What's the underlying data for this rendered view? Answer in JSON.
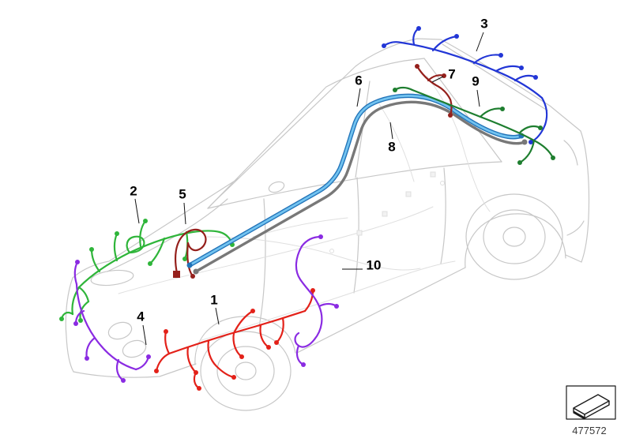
{
  "diagram": {
    "part_number": "477572",
    "callouts": [
      "1",
      "2",
      "3",
      "4",
      "5",
      "6",
      "7",
      "8",
      "9",
      "10"
    ],
    "legend_icon": "direction-of-travel",
    "colors": {
      "outline": "#c7c7c7",
      "faint": "#dfdfdf",
      "component_fill": "#f2f2f2",
      "callout_line": "#111111",
      "callout_text": "#000000",
      "part_number_text": "#3a3a3a",
      "icon_stroke": "#1a1a1a",
      "h1": "#e32119",
      "h2": "#2fb53a",
      "h3": "#2236d6",
      "h4": "#8a2be2",
      "h5": "#95201c",
      "h6_core": "#72c3f0",
      "h6_casing": "#2273b8",
      "h7": "#95201c",
      "h8": "#787878",
      "h9": "#1e7e2f",
      "h10": "#8a2be2"
    }
  }
}
